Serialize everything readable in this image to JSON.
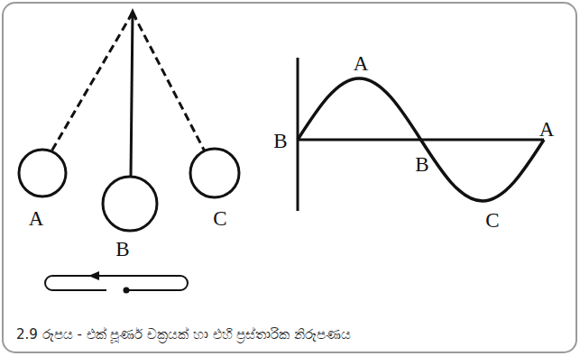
{
  "diagram": {
    "caption": "2.9 රූපය - එක් පූර්ණ චක්‍රයක් හා එහි ප්‍රස්තාරික නිරූපණය",
    "labels": [
      "A",
      "B",
      "C",
      "B",
      "A",
      "B",
      "A",
      "C"
    ]
  }
}
